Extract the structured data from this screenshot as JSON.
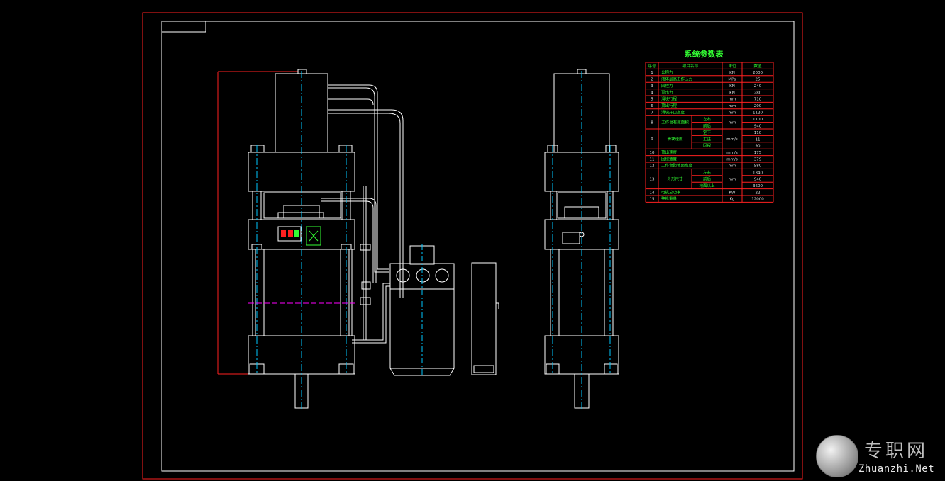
{
  "table": {
    "title": "系统参数表",
    "headers": [
      "序号",
      "项目名称",
      "单位",
      "数值"
    ],
    "rows": [
      {
        "no": "1",
        "name": "公称力",
        "unit": "KN",
        "value": "2000"
      },
      {
        "no": "2",
        "name": "液体最高工作压力",
        "unit": "MPa",
        "value": "25"
      },
      {
        "no": "3",
        "name": "回程力",
        "unit": "KN",
        "value": "240"
      },
      {
        "no": "4",
        "name": "顶出力",
        "unit": "KN",
        "value": "280"
      },
      {
        "no": "5",
        "name": "滑块行程",
        "unit": "mm",
        "value": "710"
      },
      {
        "no": "6",
        "name": "顶出行程",
        "unit": "mm",
        "value": "200"
      },
      {
        "no": "7",
        "name": "滑块开口高度",
        "unit": "mm",
        "value": "1120"
      },
      {
        "no": "8",
        "name": "工作台有效面积",
        "sub": [
          "左右",
          "前后"
        ],
        "unit": "mm",
        "values": [
          "1100",
          "940"
        ]
      },
      {
        "no": "9",
        "name": "滑块速度",
        "sub": [
          "空下",
          "工进",
          "回程"
        ],
        "unit": "mm/s",
        "values": [
          "110",
          "11",
          "90"
        ]
      },
      {
        "no": "10",
        "name": "顶出速度",
        "unit": "mm/s",
        "value": "175"
      },
      {
        "no": "11",
        "name": "回程速度",
        "unit": "mm/s",
        "value": "379"
      },
      {
        "no": "12",
        "name": "工作台距地面高度",
        "unit": "mm",
        "value": "580"
      },
      {
        "no": "13",
        "name": "外形尺寸",
        "sub": [
          "左右",
          "前后",
          "地面以上"
        ],
        "unit": "mm",
        "values": [
          "1340",
          "940",
          "3600"
        ]
      },
      {
        "no": "14",
        "name": "电机总功率",
        "unit": "KW",
        "value": "22"
      },
      {
        "no": "15",
        "name": "整机重量",
        "unit": "Kg",
        "value": "12000"
      }
    ]
  },
  "watermark": {
    "cn": "专职网",
    "en": "Zhuanzhi.Net"
  },
  "colors": {
    "frame_outer": "#ff2020",
    "frame_inner": "#ffffff",
    "lines": "#ffffff",
    "centerline": "#00c8ff",
    "dimension": "#ff2020",
    "table_grid": "#ff2020",
    "table_text": "#33ff33",
    "accent": "#00cc44",
    "magenta": "#ff00ff"
  }
}
